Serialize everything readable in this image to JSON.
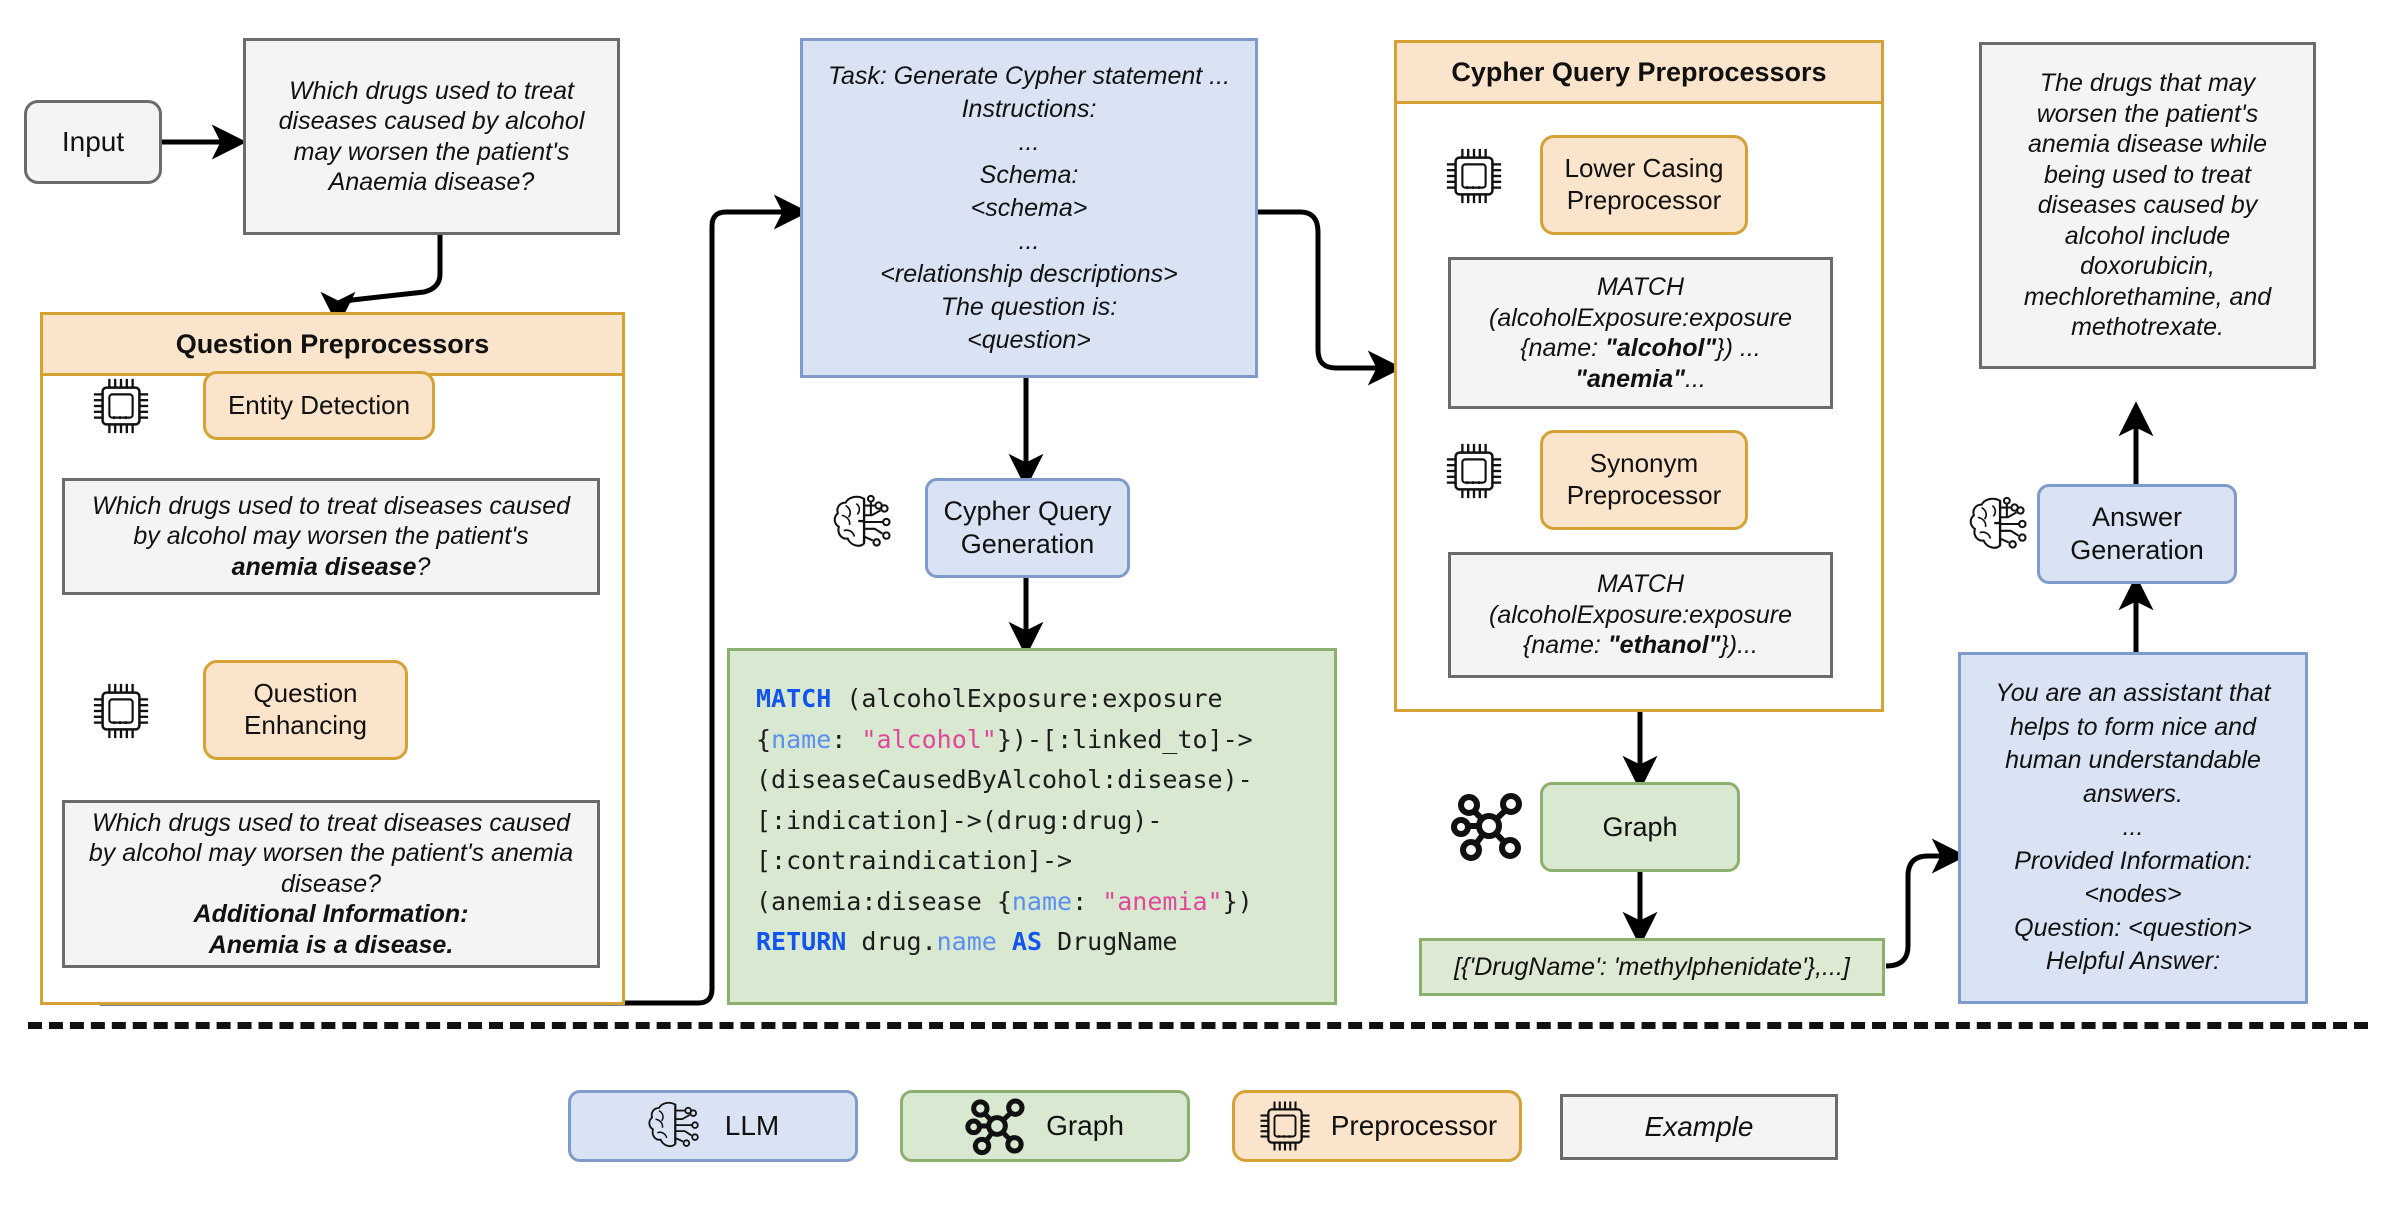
{
  "nodes": {
    "input": "Input",
    "original_question": "Which drugs used to treat diseases caused by alcohol may worsen the patient's Anaemia disease?",
    "question_preprocessors_title": "Question Preprocessors",
    "entity_detection": "Entity Detection",
    "entity_detection_example_pre": "Which drugs used to treat diseases caused by alcohol may worsen the patient's ",
    "entity_detection_example_bold": "anemia disease",
    "entity_detection_example_post": "?",
    "question_enhancing": "Question Enhancing",
    "question_enhancing_example_plain": "Which drugs used to treat diseases caused by alcohol may worsen the patient's anemia disease?",
    "question_enhancing_example_bold1": "Additional Information:",
    "question_enhancing_example_bold2": "Anemia is a disease.",
    "prompt_template_lines": [
      "Task: Generate Cypher statement ...",
      "Instructions:",
      "...",
      "Schema:",
      "<schema>",
      "...",
      "<relationship descriptions>",
      "The question is:",
      "<question>"
    ],
    "cypher_query_generation": "Cypher Query Generation",
    "cypher_code": {
      "tokens": [
        {
          "t": "MATCH",
          "c": "kw"
        },
        {
          "t": " (alcoholExposure:exposure\n{",
          "c": ""
        },
        {
          "t": "name",
          "c": "prop"
        },
        {
          "t": ": ",
          "c": ""
        },
        {
          "t": "\"alcohol\"",
          "c": "str"
        },
        {
          "t": "})-[:linked_to]->\n(diseaseCausedByAlcohol:disease)-\n[:indication]->(drug:drug)-\n[:contraindication]->\n(anemia:disease {",
          "c": ""
        },
        {
          "t": "name",
          "c": "prop"
        },
        {
          "t": ": ",
          "c": ""
        },
        {
          "t": "\"anemia\"",
          "c": "str"
        },
        {
          "t": "})\n",
          "c": ""
        },
        {
          "t": "RETURN",
          "c": "kw"
        },
        {
          "t": " drug.",
          "c": ""
        },
        {
          "t": "name",
          "c": "prop"
        },
        {
          "t": " ",
          "c": ""
        },
        {
          "t": "AS",
          "c": "kw"
        },
        {
          "t": " DrugName",
          "c": ""
        }
      ]
    },
    "cypher_query_preprocessors_title": "Cypher Query Preprocessors",
    "lower_casing_preprocessor": "Lower Casing Preprocessor",
    "lower_casing_example_l1": "MATCH",
    "lower_casing_example_l2": "(alcoholExposure:exposure",
    "lower_casing_example_l3_pre": "{name: ",
    "lower_casing_example_l3_bold": "\"alcohol\"",
    "lower_casing_example_l3_post": "}) ...",
    "lower_casing_example_l4_bold": "\"anemia\"",
    "lower_casing_example_l4_post": "...",
    "synonym_preprocessor": "Synonym Preprocessor",
    "synonym_example_l1": "MATCH",
    "synonym_example_l2": "(alcoholExposure:exposure",
    "synonym_example_l3_pre": "{name: ",
    "synonym_example_l3_bold": "\"ethanol\"",
    "synonym_example_l3_post": "})...",
    "graph": "Graph",
    "graph_result": "[{'DrugName': 'methylphenidate'},...]",
    "answer_prompt_lines": [
      "You are an assistant that helps to form nice and human understandable answers.",
      "...",
      "Provided Information:",
      "<nodes>",
      "Question: <question>",
      "Helpful Answer:"
    ],
    "answer_generation": "Answer Generation",
    "final_answer": "The drugs that may worsen the patient's anemia disease while being used to treat diseases caused by alcohol include doxorubicin, mechlorethamine, and methotrexate."
  },
  "legend": [
    {
      "label": "LLM",
      "icon": "brain-chip-icon",
      "style": "llm"
    },
    {
      "label": "Graph",
      "icon": "graph-nodes-icon",
      "style": "graph"
    },
    {
      "label": "Preprocessor",
      "icon": "cpu-chip-icon",
      "style": "pre"
    },
    {
      "label": "Example",
      "icon": "none",
      "style": "ex"
    }
  ],
  "colors": {
    "preprocessor_fill": "#fae4cb",
    "preprocessor_border": "#d6a135",
    "llm_fill": "#dae3f3",
    "llm_border": "#7f9bcb",
    "graph_fill": "#d9e8d1",
    "graph_border": "#8cb070",
    "example_fill": "#f4f4f4",
    "example_border": "#6b6b6b",
    "keyword": "#1155ee",
    "property": "#5b8ff0",
    "string": "#e0489a"
  }
}
